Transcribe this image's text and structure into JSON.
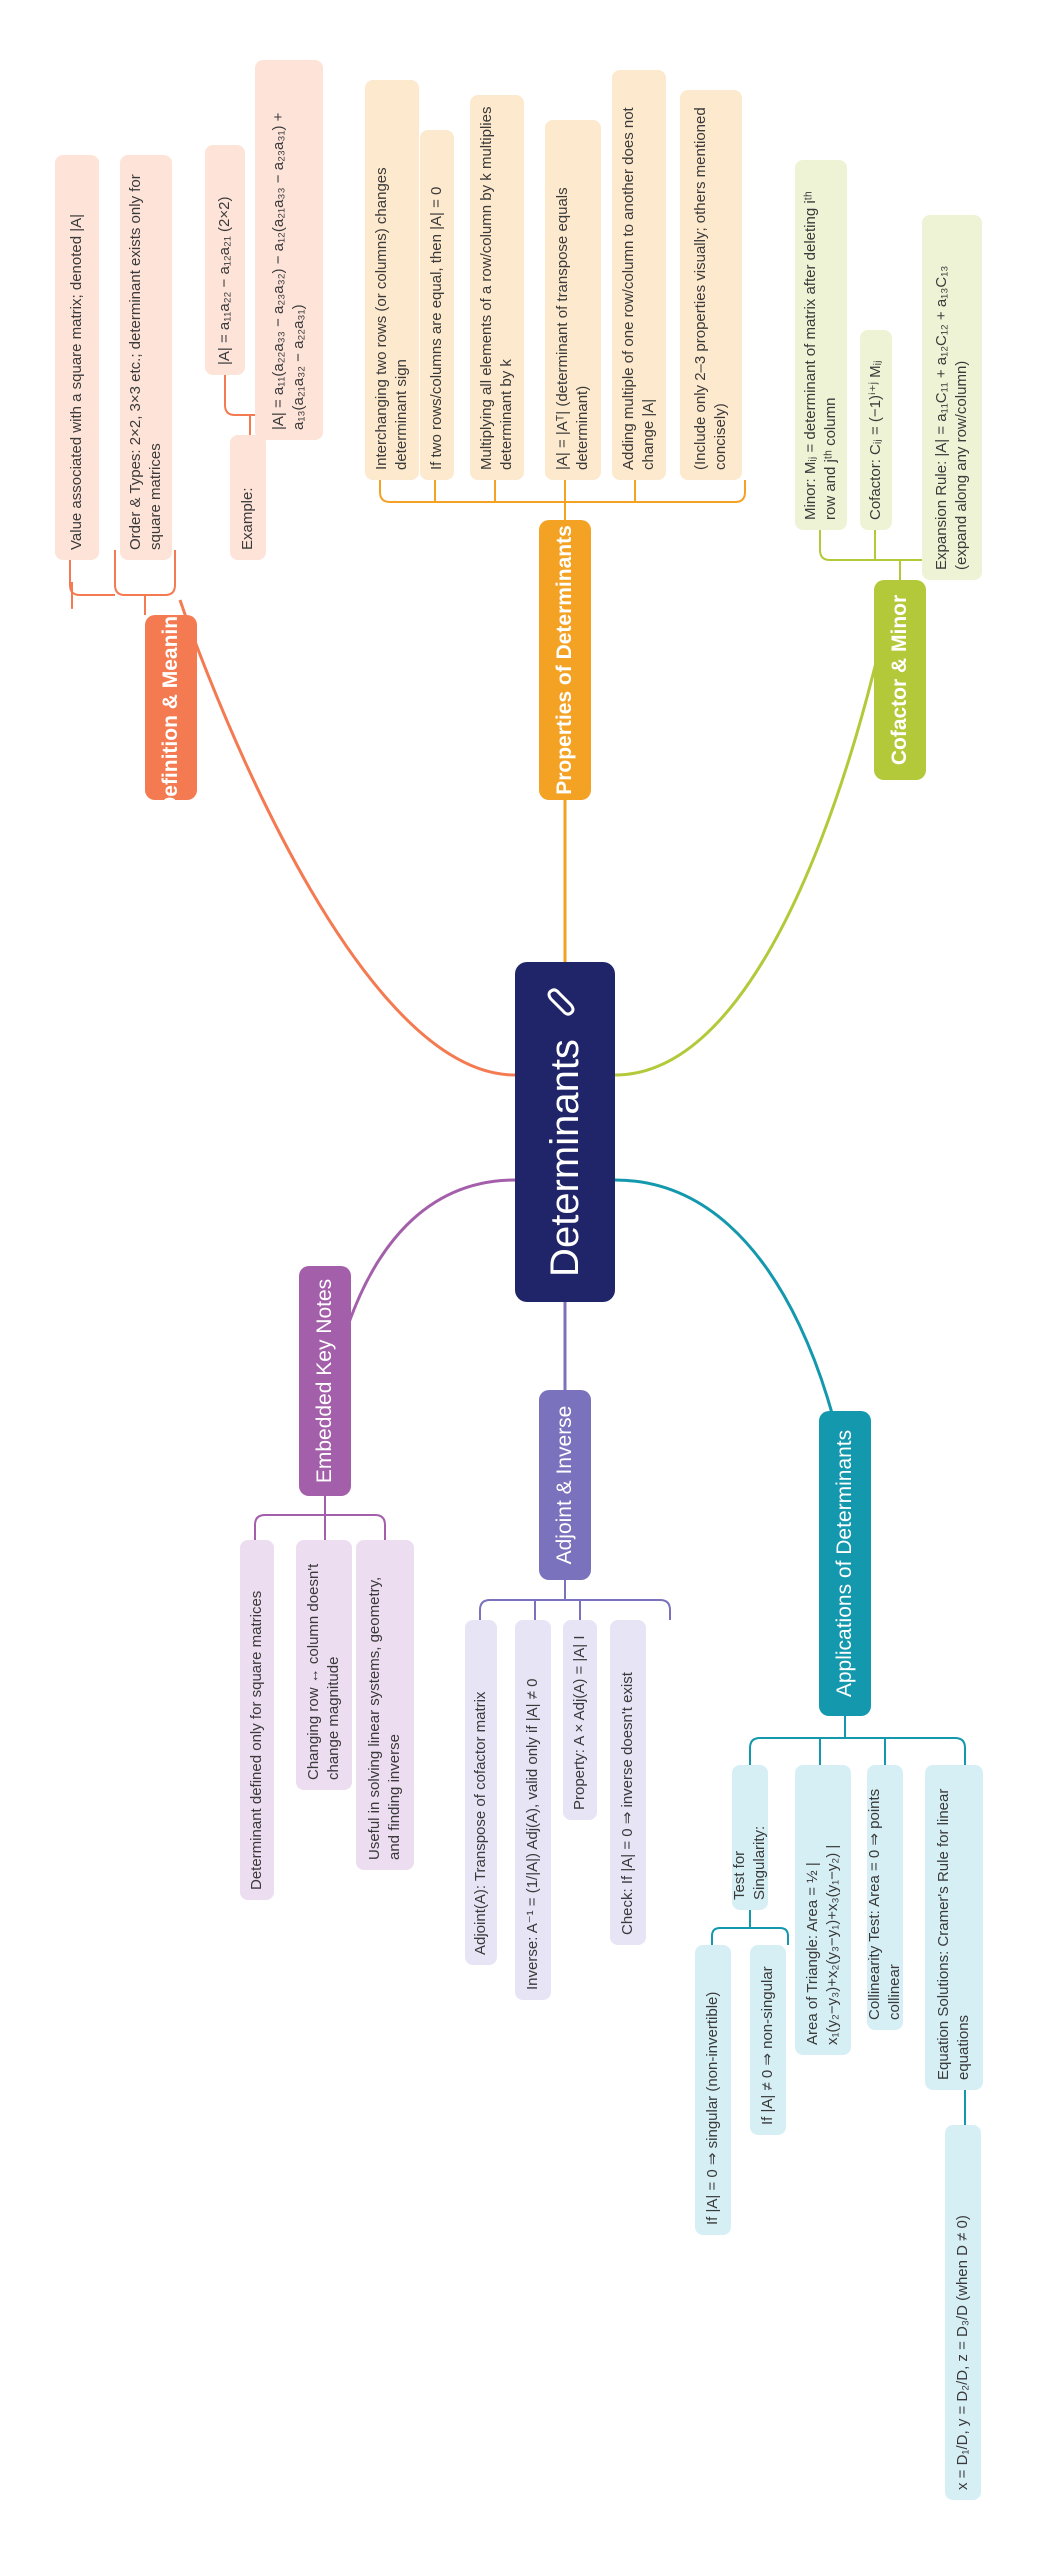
{
  "root": {
    "title": "Determinants",
    "icon": "paperclip-icon"
  },
  "colors": {
    "root": "#1f2568",
    "definition": "#f47a52",
    "properties": "#f4a224",
    "cofactor": "#b3c93a",
    "applications": "#1498ad",
    "adjoint": "#7b72bd",
    "notes": "#a45fab"
  },
  "branches": {
    "definition": {
      "title": "Definition & Meaning",
      "items": [
        "Value associated with a square matrix; denoted |A|",
        "Order & Types: 2×2, 3×3 etc.; determinant exists only for square matrices",
        "Example:"
      ],
      "example_items": [
        "|A| = a₁₁a₂₂ − a₁₂a₂₁ (2×2)",
        "|A| = a₁₁(a₂₂a₃₃ − a₂₃a₃₂) − a₁₂(a₂₁a₃₃ − a₂₃a₃₁) + a₁₃(a₂₁a₃₂ − a₂₂a₃₁)"
      ]
    },
    "properties": {
      "title": "Properties of Determinants",
      "items": [
        "Interchanging two rows (or columns) changes determinant sign",
        "If two rows/columns are equal, then |A| = 0",
        "Multiplying all elements of a row/column by k multiplies determinant by k",
        "|A| = |Aᵀ| (determinant of transpose equals determinant)",
        "Adding multiple of one row/column to another does not change |A|",
        "(Include only 2–3 properties visually; others mentioned concisely)"
      ]
    },
    "cofactor": {
      "title": "Cofactor & Minor",
      "items": [
        "Minor: Mᵢⱼ = determinant of matrix after deleting iᵗʰ row and jᵗʰ column",
        "Cofactor: Cᵢⱼ = (−1)ⁱ⁺ʲ Mᵢⱼ",
        "Expansion Rule: |A| = a₁₁C₁₁ + a₁₂C₁₂ + a₁₃C₁₃ (expand along any row/column)"
      ]
    },
    "notes": {
      "title": "Embedded Key Notes",
      "items": [
        "Determinant defined only for square matrices",
        "Changing row ↔ column doesn't change magnitude",
        "Useful in solving linear systems, geometry, and finding inverse"
      ]
    },
    "adjoint": {
      "title": "Adjoint & Inverse",
      "items": [
        "Adjoint(A): Transpose of cofactor matrix",
        "Inverse: A⁻¹ = (1/|A|) Adj(A), valid only if |A| ≠ 0",
        "Property: A × Adj(A) = |A| I",
        "Check: If |A| = 0 ⇒ inverse doesn't exist"
      ]
    },
    "applications": {
      "title": "Applications of Determinants",
      "items": [
        "Test for Singularity:",
        "Area of Triangle: Area = ½ | x₁(y₂−y₃)+x₂(y₃−y₁)+x₃(y₁−y₂) |",
        "Collinearity Test: Area = 0 ⇒ points collinear",
        "Equation Solutions: Cramer's Rule for linear equations"
      ],
      "singularity_items": [
        "If |A| = 0 ⇒ singular (non-invertible)",
        "If |A| ≠ 0 ⇒ non-singular"
      ],
      "cramer_result": "x = D₁/D, y = D₂/D, z = D₃/D (when D ≠ 0)"
    }
  }
}
